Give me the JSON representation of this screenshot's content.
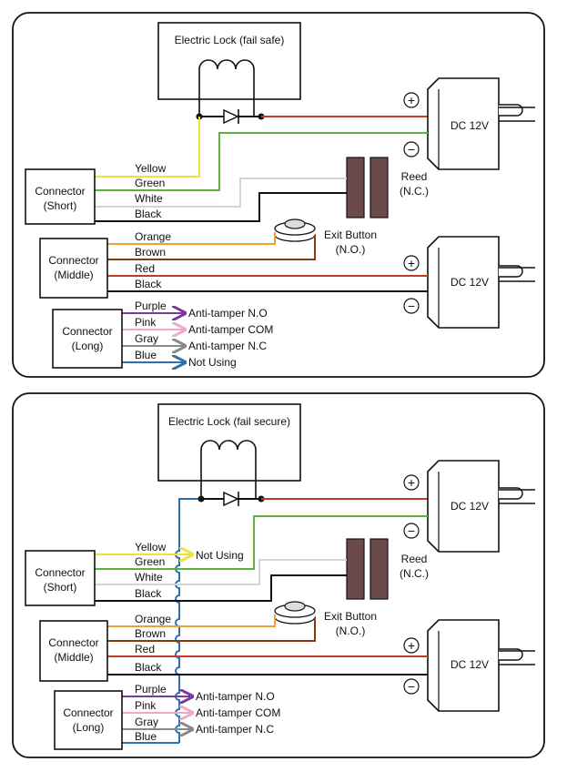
{
  "colors": {
    "red": "#c8392b",
    "green": "#5fb041",
    "yellow": "#f0e040",
    "white": "#d4d4d4",
    "black": "#111111",
    "orange": "#f0a030",
    "brown": "#8a3a12",
    "purple": "#7a3a9a",
    "pink": "#f0a8c8",
    "gray": "#888888",
    "blue": "#2e6fb0",
    "reed": "#6b4a4a"
  },
  "diagrams": [
    {
      "lock_title": "Electric Lock (fail safe)",
      "psu_top": "DC 12V",
      "psu_bottom": "DC 12V",
      "reed_title": "Reed",
      "reed_sub": "(N.C.)",
      "exit_title": "Exit Button",
      "exit_sub": "(N.O.)",
      "connector_short": [
        "Connector",
        "(Short)"
      ],
      "connector_middle": [
        "Connector",
        "(Middle)"
      ],
      "connector_long": [
        "Connector",
        "(Long)"
      ],
      "short_wires": [
        "Yellow",
        "Green",
        "White",
        "Black"
      ],
      "middle_wires": [
        "Orange",
        "Brown",
        "Red",
        "Black"
      ],
      "long_wires": [
        "Purple",
        "Pink",
        "Gray",
        "Blue"
      ],
      "long_targets": [
        "Anti-tamper N.O",
        "Anti-tamper COM",
        "Anti-tamper N.C",
        "Not Using"
      ],
      "yellow_target": "",
      "plus": "+",
      "minus": "−"
    },
    {
      "lock_title": "Electric Lock (fail secure)",
      "psu_top": "DC 12V",
      "psu_bottom": "DC 12V",
      "reed_title": "Reed",
      "reed_sub": "(N.C.)",
      "exit_title": "Exit Button",
      "exit_sub": "(N.O.)",
      "connector_short": [
        "Connector",
        "(Short)"
      ],
      "connector_middle": [
        "Connector",
        "(Middle)"
      ],
      "connector_long": [
        "Connector",
        "(Long)"
      ],
      "short_wires": [
        "Yellow",
        "Green",
        "White",
        "Black"
      ],
      "middle_wires": [
        "Orange",
        "Brown",
        "Red",
        "Black"
      ],
      "long_wires": [
        "Purple",
        "Pink",
        "Gray",
        "Blue"
      ],
      "long_targets": [
        "Anti-tamper N.O",
        "Anti-tamper COM",
        "Anti-tamper N.C"
      ],
      "yellow_target": "Not Using",
      "plus": "+",
      "minus": "−"
    }
  ]
}
